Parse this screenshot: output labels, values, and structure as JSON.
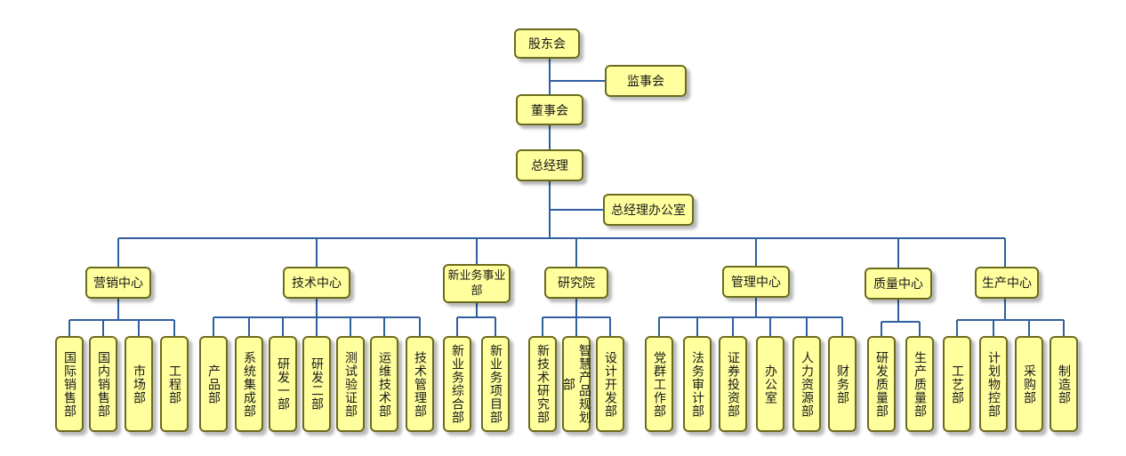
{
  "top": {
    "shareholders": "股东会",
    "supervisors": "监事会",
    "board": "董事会",
    "gm": "总经理",
    "gm_office": "总经理办公室"
  },
  "centers": {
    "marketing": "营销中心",
    "technology": "技术中心",
    "new_business": "新业务事业部",
    "research": "研究院",
    "management": "管理中心",
    "quality": "质量中心",
    "production": "生产中心"
  },
  "departments": {
    "marketing": [
      "国际销售部",
      "国内销售部",
      "市场部",
      "工程部"
    ],
    "technology": [
      "产品部",
      "系统集成部",
      "研发一部",
      "研发二部",
      "测试验证部",
      "运维技术部",
      "技术管理部"
    ],
    "new_business": [
      "新业务综合部",
      "新业务项目部"
    ],
    "research": [
      "新技术研究部",
      "智慧产品规划部",
      "设计开发部"
    ],
    "management": [
      "党群工作部",
      "法务审计部",
      "证券投资部",
      "办公室",
      "人力资源部",
      "财务部"
    ],
    "quality": [
      "研发质量部",
      "生产质量部"
    ],
    "production": [
      "工艺部",
      "计划物控部",
      "采购部",
      "制造部"
    ]
  },
  "colors": {
    "node_fill": "#ffff9e",
    "node_border": "#6b6b1e",
    "connector": "#2f5f9e"
  }
}
